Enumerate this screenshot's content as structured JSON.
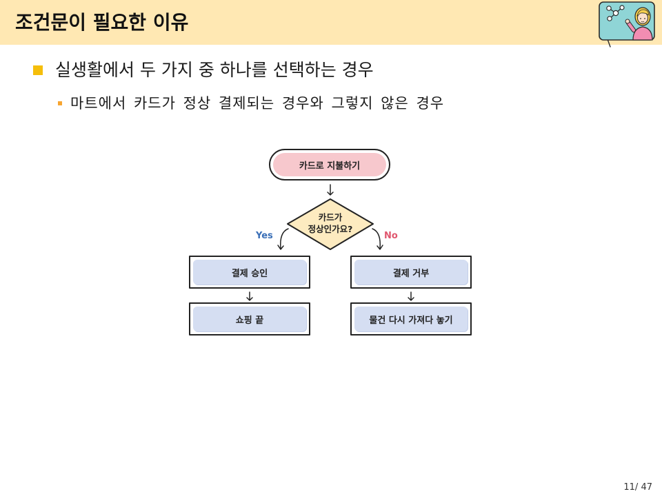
{
  "slide": {
    "title": "조건문이 필요한 이유",
    "header_color": "#FFE8B3",
    "illustration_icon": "teacher-presenting-board-icon"
  },
  "content": {
    "bullet": {
      "text": "실생활에서 두 가지 중 하나를 선택하는 경우",
      "marker_color": "#F5BE0B",
      "sub_bullets": [
        {
          "text": "마트에서 카드가 정상 결제되는 경우와 그렇지 않은 경우",
          "marker_color": "#F7A531"
        }
      ]
    }
  },
  "flowchart": {
    "start": {
      "label": "카드로 지불하기",
      "fill": "#F7C8CD"
    },
    "decision": {
      "lines": [
        "카드가",
        "정상인가요?"
      ],
      "fill": "#FDEBC0"
    },
    "yes": {
      "label": "Yes",
      "color": "#3A6FB7"
    },
    "no": {
      "label": "No",
      "color": "#E0566E"
    },
    "yes_branch": [
      {
        "label": "결제 승인"
      },
      {
        "label": "쇼핑 끝"
      }
    ],
    "no_branch": [
      {
        "label": "결제 거부"
      },
      {
        "label": "물건 다시 가져다 놓기"
      }
    ],
    "step_fill": "#D5DEF2"
  },
  "footer": {
    "page_number": "11/ 47"
  }
}
